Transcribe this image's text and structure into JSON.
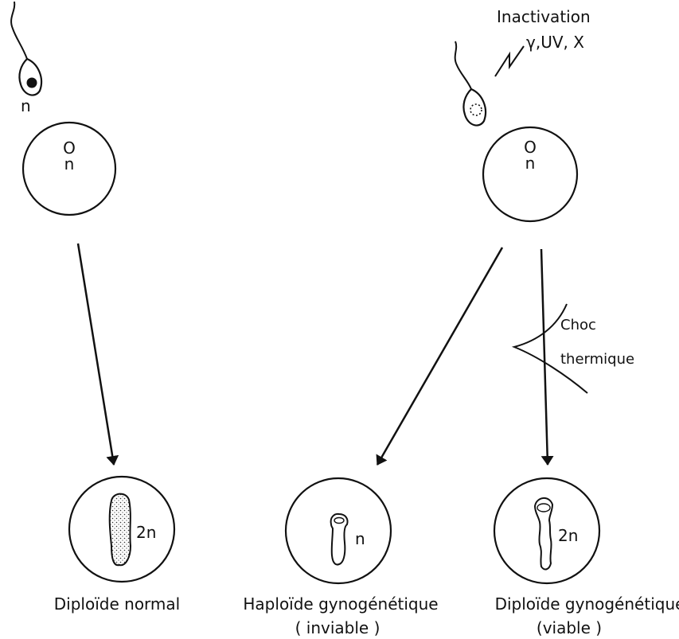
{
  "left_branch": {
    "sperm_ploidy": "n",
    "egg_nucleus_symbol": "O",
    "egg_ploidy": "n",
    "embryo_ploidy": "2n",
    "result_label": "Diploïde normal"
  },
  "right_branch": {
    "inactivation_title": "Inactivation",
    "inactivation_agents": "γ,UV, X",
    "egg_nucleus_symbol": "O",
    "egg_ploidy": "n",
    "shock_line1": "Choc",
    "shock_line2": "thermique",
    "haploid": {
      "embryo_ploidy": "n",
      "label_line1": "Haploïde gynogénétique",
      "label_line2": "( inviable )"
    },
    "diploid": {
      "embryo_ploidy": "2n",
      "label_line1": "Diploïde gynogénétique",
      "label_line2": "(viable )"
    }
  }
}
